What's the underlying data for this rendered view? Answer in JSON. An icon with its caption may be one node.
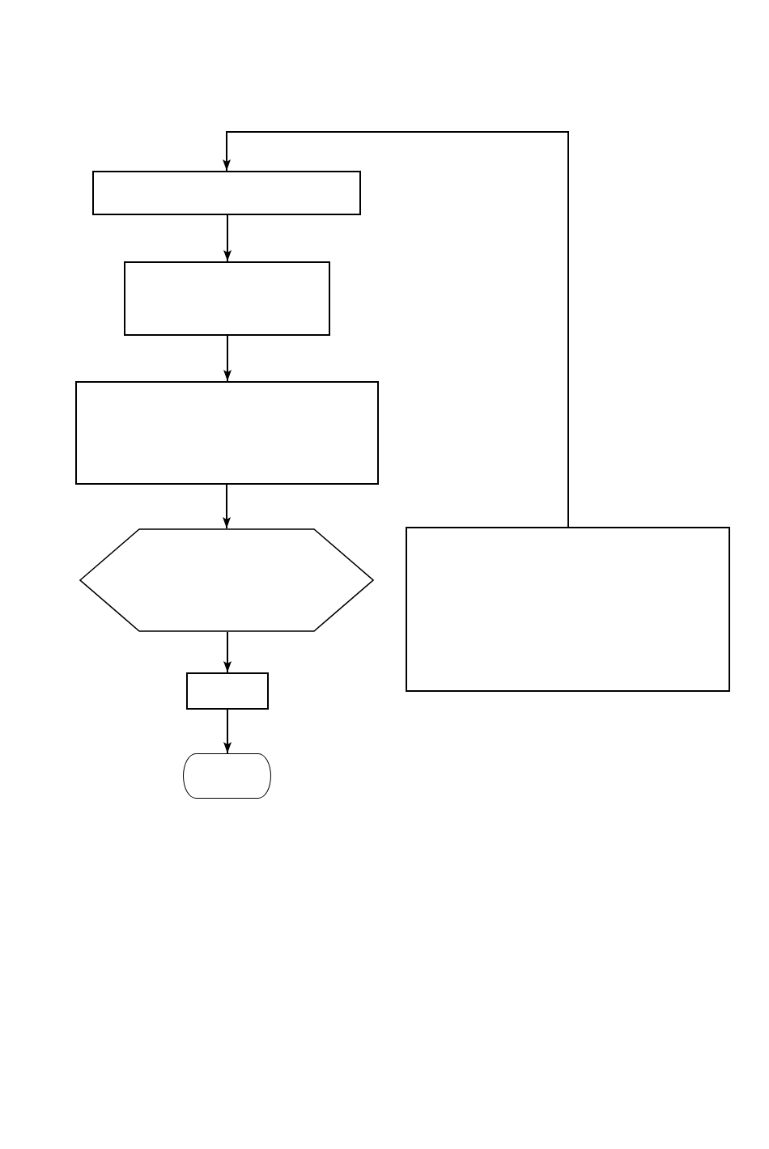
{
  "diagram": {
    "nodes": [
      {
        "text": [],
        "shape": "box"
      },
      {
        "text": [],
        "shape": "box"
      },
      {
        "text": [],
        "shape": "box"
      },
      {
        "text": [],
        "shape": "hexagon"
      },
      {
        "text": [],
        "shape": "box"
      },
      {
        "text": [],
        "shape": "capsule"
      },
      {
        "text": [],
        "shape": "box"
      }
    ],
    "edges": [
      {
        "from": 0,
        "to": 1,
        "arrow": "to"
      },
      {
        "from": 1,
        "to": 2,
        "arrow": "to"
      },
      {
        "from": 2,
        "to": 3,
        "arrow": "to"
      },
      {
        "from": 3,
        "to": 4,
        "arrow": "to"
      },
      {
        "from": 4,
        "to": 5,
        "arrow": "to"
      },
      {
        "from": 6,
        "to": 0,
        "arrow": "to"
      }
    ]
  }
}
